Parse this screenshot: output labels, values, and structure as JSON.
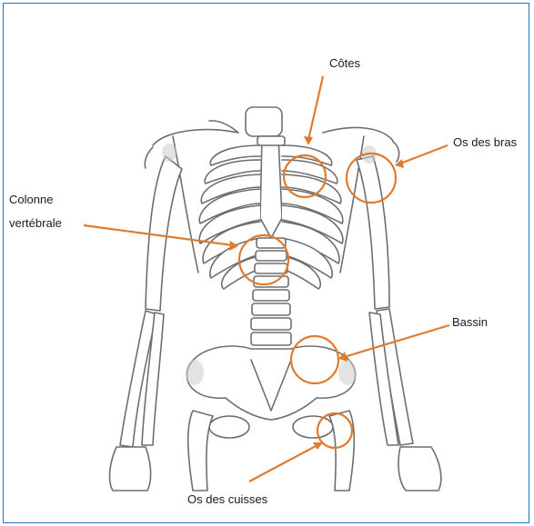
{
  "colors": {
    "frame": "#1f73c8",
    "callout": "#e07b2e",
    "bone_outline": "#6e6e6e",
    "bone_fill": "#ffffff",
    "bone_shadow": "#cccccc"
  },
  "labels": {
    "cotes": "Côtes",
    "os_des_bras": "Os des bras",
    "colonne_line1": "Colonne",
    "colonne_line2": "vertébrale",
    "bassin": "Bassin",
    "os_des_cuisses": "Os des cuisses"
  },
  "icons": [
    "skeleton-illustration"
  ]
}
